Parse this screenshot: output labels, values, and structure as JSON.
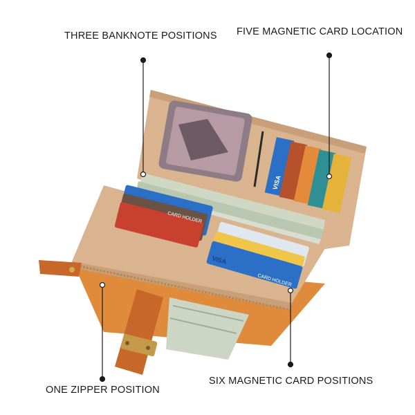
{
  "callouts": {
    "banknote": "THREE BANKNOTE POSITIONS",
    "magnetic_card_location": "FIVE MAGNETIC CARD LOCATION",
    "zipper": "ONE ZIPPER POSITION",
    "six_cards": "SIX MAGNETIC CARD POSITIONS"
  },
  "card_prints": {
    "visa": "VISA",
    "card_holder": "CARD HOLDER"
  },
  "colors": {
    "wallet_inner": "#d9b48f",
    "wallet_shadow": "#c89f78",
    "zipper_tab": "#c8672a",
    "exterior": "#e08a3c",
    "card_blue": "#2b6fc6",
    "banknote": "#cfd8c4"
  }
}
